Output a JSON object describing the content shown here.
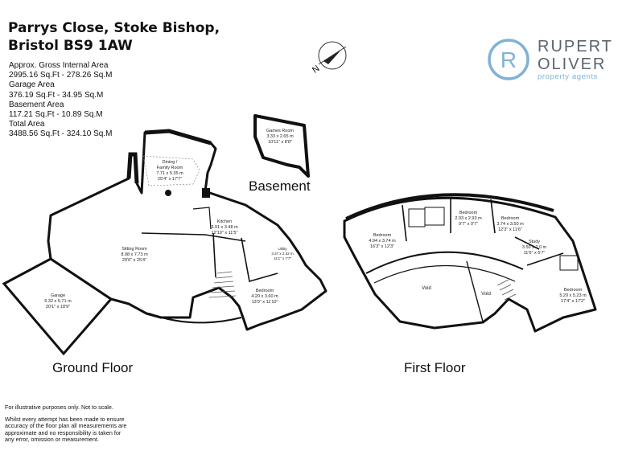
{
  "address": {
    "line1": "Parrys Close, Stoke Bishop,",
    "line2": "Bristol BS9 1AW"
  },
  "areas": {
    "gross_label": "Approx. Gross Internal Area",
    "gross_value": "2995.16 Sq.Ft - 278.26 Sq.M",
    "garage_label": "Garage Area",
    "garage_value": "376.19 Sq.Ft - 34.95 Sq.M",
    "basement_label": "Basement Area",
    "basement_value": "117.21 Sq.Ft - 10.89 Sq.M",
    "total_label": "Total Area",
    "total_value": "3488.56 Sq.Ft - 324.10 Sq.M"
  },
  "compass": {
    "label": "N",
    "icon": "compass-north-arrow-icon"
  },
  "logo": {
    "line1": "RUPERT",
    "line2": "OLIVER",
    "tagline": "property agents",
    "mark": "R",
    "accent_color": "#7fb2d6",
    "text_color": "#5b6470"
  },
  "floors": {
    "basement": "Basement",
    "ground": "Ground Floor",
    "first": "First Floor"
  },
  "rooms": {
    "games": {
      "name": "Games Room",
      "metric": "3.33 x 2.65 m",
      "imperial": "10'11\" x 8'8\""
    },
    "dining": {
      "name": "Dining /",
      "name2": "Family Room",
      "metric": "7.71 x 5.35 m",
      "imperial": "25'4\" x 17'7\""
    },
    "kitchen": {
      "name": "Kitchen",
      "metric": "3.91 x 3.48 m",
      "imperial": "12'10\" x 11'5\""
    },
    "sitting": {
      "name": "Sitting Room",
      "metric": "8.98 x 7.73 m",
      "imperial": "29'6\" x 25'4\""
    },
    "utility": {
      "name": "Utility",
      "metric": "3.37 x 2.32 m",
      "imperial": "11'1\" x 7'7\""
    },
    "bedroom_gf": {
      "name": "Bedroom",
      "metric": "4.20 x 3.60 m",
      "imperial": "13'9\" x 11'10\""
    },
    "garage": {
      "name": "Garage",
      "metric": "6.32 x 5.71 m",
      "imperial": "20'1\" x 18'9\""
    },
    "bed1": {
      "name": "Bedroom",
      "metric": "4.94 x 3.74 m",
      "imperial": "16'3\" x 12'3\""
    },
    "bed2": {
      "name": "Bedroom",
      "metric": "2.93 x 2.93 m",
      "imperial": "9'7\" x 9'7\""
    },
    "bed3": {
      "name": "Bedroom",
      "metric": "3.74 x 3.50 m",
      "imperial": "12'3\" x 11'6\""
    },
    "study": {
      "name": "Study",
      "metric": "3.50 x 2.0 m",
      "imperial": "11'6\" x 6'7\""
    },
    "bed4": {
      "name": "Bedroom",
      "metric": "5.29 x 5.23 m",
      "imperial": "17'4\" x 17'2\""
    },
    "void1": {
      "name": "Void"
    },
    "void2": {
      "name": "Void"
    }
  },
  "disclaimer": {
    "line1": "For illustrative purposes only. Not to scale.",
    "line2": "Whilst every attempt has been made to ensure",
    "line3": "accuracy of the floor plan all measurements are",
    "line4": "approximate and no responsibility is taken for",
    "line5": "any error, omission or measurement."
  }
}
